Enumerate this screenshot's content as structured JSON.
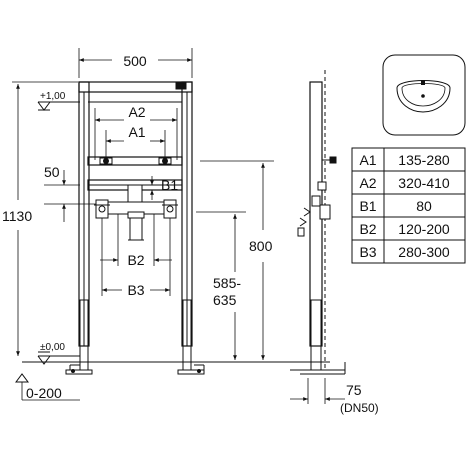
{
  "dimensions": {
    "frame_width": "500",
    "overall_height": "1130",
    "top_level": "+1,00",
    "floor_level": "±0,00",
    "spacing_50": "50",
    "height_800": "800",
    "height_range_line1": "585-",
    "height_range_line2": "635",
    "floor_adjust": "0-200",
    "depth": "75",
    "depth_note": "(DN50)"
  },
  "labels": {
    "a1": "A1",
    "a2": "A2",
    "b1": "B1",
    "b2": "B2",
    "b3": "B3"
  },
  "table": {
    "rows": [
      {
        "key": "A1",
        "value": "135-280"
      },
      {
        "key": "A2",
        "value": "320-410"
      },
      {
        "key": "B1",
        "value": "80"
      },
      {
        "key": "B2",
        "value": "120-200"
      },
      {
        "key": "B3",
        "value": "280-300"
      }
    ]
  },
  "icons": {
    "washbasin": "washbasin-icon",
    "level": "level-marker-icon"
  }
}
